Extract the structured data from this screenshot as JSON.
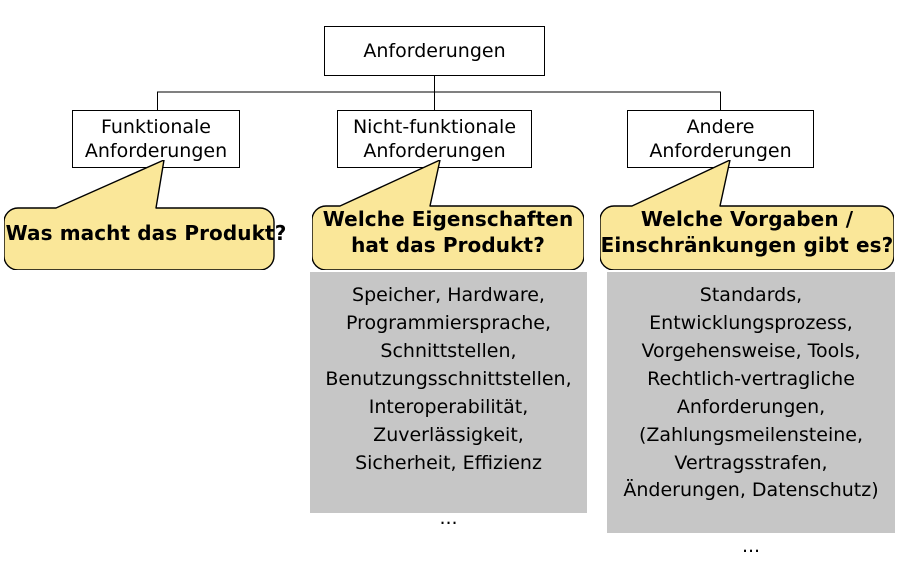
{
  "diagram": {
    "type": "tree",
    "title": "Anforderungen",
    "colors": {
      "callout_fill": "#fae799",
      "callout_stroke": "#000000",
      "panel_fill": "#c6c6c6",
      "node_fill": "#ffffff",
      "node_stroke": "#000000",
      "text": "#000000"
    }
  },
  "nodes": {
    "root": {
      "label": "Anforderungen"
    },
    "functional": {
      "label": "Funktionale\nAnforderungen"
    },
    "nonfunctional": {
      "label": "Nicht-funktionale\nAnforderungen"
    },
    "other": {
      "label": "Andere\nAnforderungen"
    }
  },
  "callouts": {
    "functional": {
      "text": "Was macht das Produkt?"
    },
    "nonfunctional": {
      "text": "Welche Eigenschaften\nhat das Produkt?"
    },
    "other": {
      "text": "Welche Vorgaben /\nEinschränkungen gibt es?"
    }
  },
  "panels": {
    "nonfunctional": {
      "text": "Speicher, Hardware,\nProgrammiersprache,\nSchnittstellen,\nBenutzungsschnittstellen,\nInteroperabilität,\nZuverlässigkeit,\nSicherheit, Effizienz\n\n...",
      "items": [
        "Speicher",
        "Hardware",
        "Programmiersprache",
        "Schnittstellen",
        "Benutzungsschnittstellen",
        "Interoperabilität",
        "Zuverlässigkeit",
        "Sicherheit",
        "Effizienz",
        "..."
      ]
    },
    "other": {
      "text": "Standards,\nEntwicklungsprozess,\nVorgehensweise, Tools,\nRechtlich-vertragliche\nAnforderungen,\n(Zahlungsmeilensteine,\nVertragsstrafen,\nÄnderungen, Datenschutz)\n\n...",
      "items": [
        "Standards",
        "Entwicklungsprozess",
        "Vorgehensweise",
        "Tools",
        "Rechtlich-vertragliche Anforderungen",
        "(Zahlungsmeilensteine",
        "Vertragsstrafen",
        "Änderungen, Datenschutz)",
        "..."
      ]
    }
  }
}
